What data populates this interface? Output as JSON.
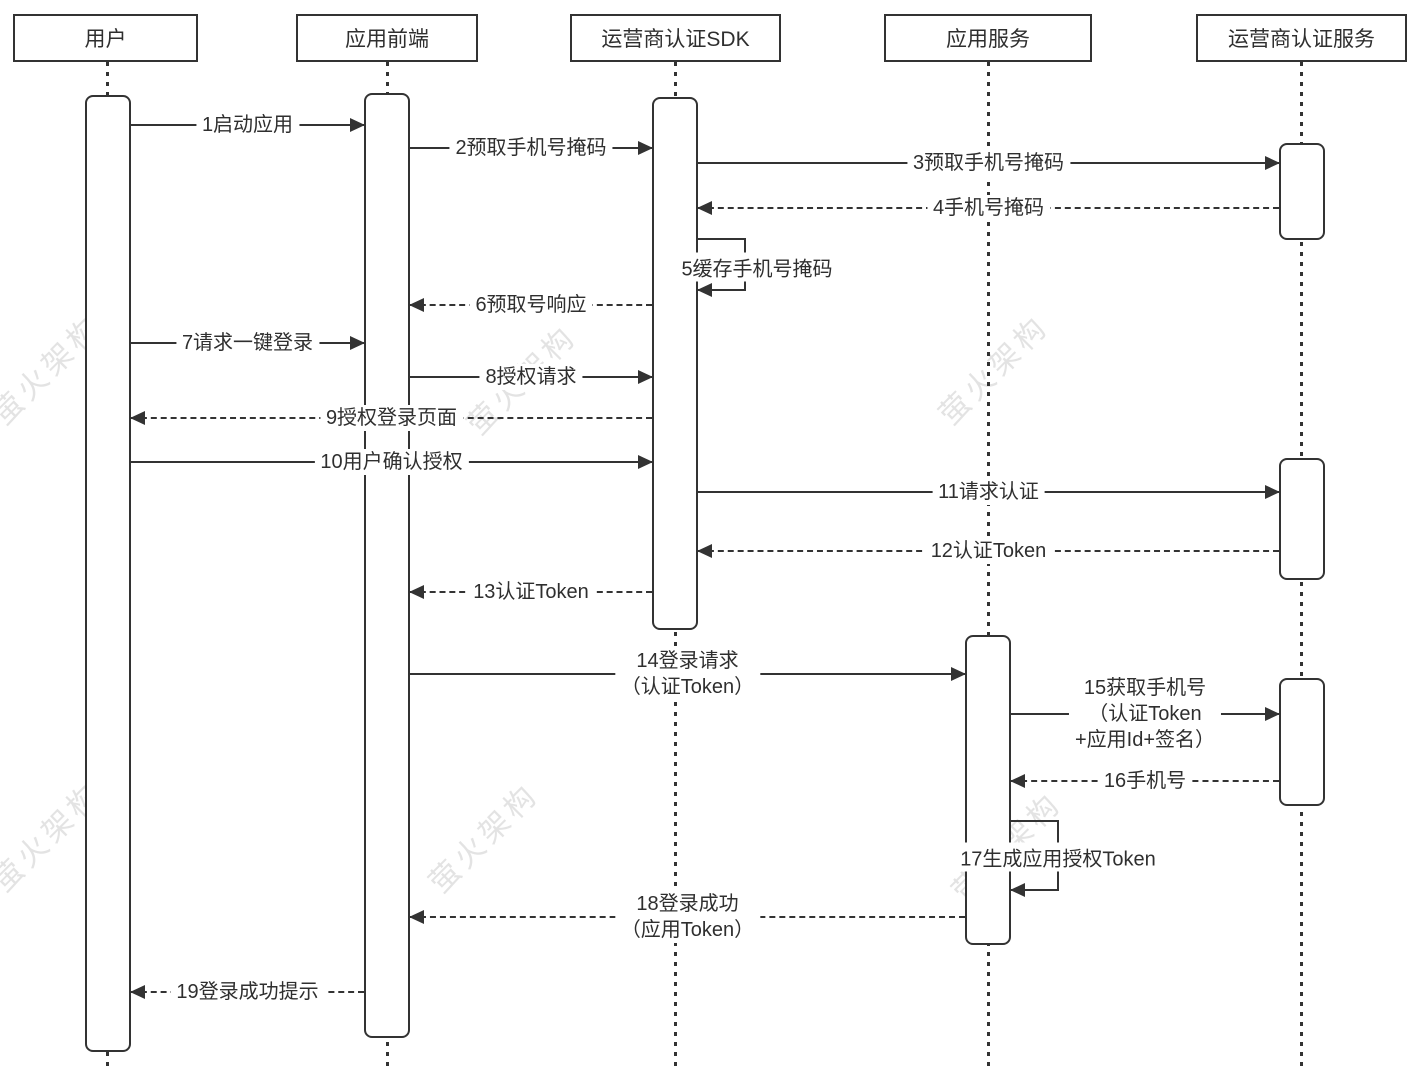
{
  "diagram": {
    "type": "sequence-diagram",
    "topic": "运营商一键登录认证流程",
    "watermark": {
      "text": "萤火架构",
      "color": "#e3e3e3"
    },
    "colors": {
      "stroke": "#333333",
      "text": "#2f2f2f",
      "background": "#ffffff"
    },
    "participants": [
      {
        "label": "用户"
      },
      {
        "label": "应用前端"
      },
      {
        "label": "运营商认证SDK"
      },
      {
        "label": "应用服务"
      },
      {
        "label": "运营商认证服务"
      }
    ],
    "messages": [
      {
        "seq": 1,
        "from": "用户",
        "to": "应用前端",
        "style": "solid",
        "text": "1启动应用"
      },
      {
        "seq": 2,
        "from": "应用前端",
        "to": "运营商认证SDK",
        "style": "solid",
        "text": "2预取手机号掩码"
      },
      {
        "seq": 3,
        "from": "运营商认证SDK",
        "to": "运营商认证服务",
        "style": "solid",
        "text": "3预取手机号掩码"
      },
      {
        "seq": 4,
        "from": "运营商认证服务",
        "to": "运营商认证SDK",
        "style": "dashed",
        "text": "4手机号掩码"
      },
      {
        "seq": 5,
        "from": "运营商认证SDK",
        "to": "运营商认证SDK",
        "style": "self",
        "text": "5缓存手机号掩码"
      },
      {
        "seq": 6,
        "from": "运营商认证SDK",
        "to": "应用前端",
        "style": "dashed",
        "text": "6预取号响应"
      },
      {
        "seq": 7,
        "from": "用户",
        "to": "应用前端",
        "style": "solid",
        "text": "7请求一键登录"
      },
      {
        "seq": 8,
        "from": "应用前端",
        "to": "运营商认证SDK",
        "style": "solid",
        "text": "8授权请求"
      },
      {
        "seq": 9,
        "from": "运营商认证SDK",
        "to": "用户",
        "style": "dashed",
        "text": "9授权登录页面"
      },
      {
        "seq": 10,
        "from": "用户",
        "to": "运营商认证SDK",
        "style": "solid",
        "text": "10用户确认授权"
      },
      {
        "seq": 11,
        "from": "运营商认证SDK",
        "to": "运营商认证服务",
        "style": "solid",
        "text": "11请求认证"
      },
      {
        "seq": 12,
        "from": "运营商认证服务",
        "to": "运营商认证SDK",
        "style": "dashed",
        "text": "12认证Token"
      },
      {
        "seq": 13,
        "from": "运营商认证SDK",
        "to": "应用前端",
        "style": "dashed",
        "text": "13认证Token"
      },
      {
        "seq": 14,
        "from": "应用前端",
        "to": "应用服务",
        "style": "solid",
        "lines": [
          "14登录请求",
          "（认证Token）"
        ]
      },
      {
        "seq": 15,
        "from": "应用服务",
        "to": "运营商认证服务",
        "style": "solid",
        "lines": [
          "15获取手机号",
          "（认证Token",
          "+应用Id+签名）"
        ]
      },
      {
        "seq": 16,
        "from": "运营商认证服务",
        "to": "应用服务",
        "style": "dashed",
        "text": "16手机号"
      },
      {
        "seq": 17,
        "from": "应用服务",
        "to": "应用服务",
        "style": "self",
        "text": "17生成应用授权Token"
      },
      {
        "seq": 18,
        "from": "应用服务",
        "to": "应用前端",
        "style": "dashed",
        "lines": [
          "18登录成功",
          "（应用Token）"
        ]
      },
      {
        "seq": 19,
        "from": "应用前端",
        "to": "用户",
        "style": "dashed",
        "text": "19登录成功提示"
      }
    ]
  }
}
